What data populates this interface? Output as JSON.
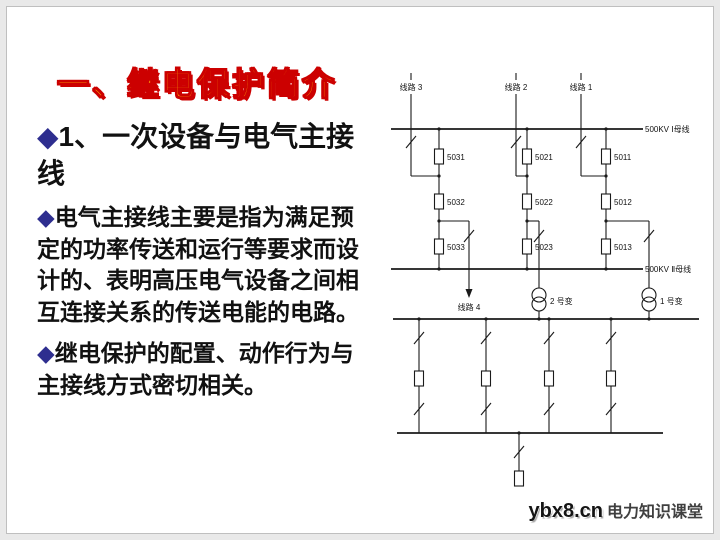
{
  "slide": {
    "title": "一、继电保护简介",
    "bullet_marker": "◆",
    "bullets": [
      {
        "text": "1、一次设备与电气主接线"
      },
      {
        "text": "电气主接线主要是指为满足预定的功率传送和运行等要求而设计的、表明高压电气设备之间相互连接关系的传送电能的电路。"
      },
      {
        "text": "继电保护的配置、动作行为与主接线方式密切相关。"
      }
    ]
  },
  "diagram": {
    "line3_label": "线路 3",
    "line2_label": "线路 2",
    "line1_label": "线路 1",
    "line4_label": "线路 4",
    "bus1_label": "500KV Ⅰ母线",
    "bus2_label": "500KV Ⅱ母线",
    "breakers": {
      "a1": "5031",
      "a2": "5032",
      "a3": "5033",
      "b1": "5021",
      "b2": "5022",
      "b3": "5023",
      "c1": "5011",
      "c2": "5012",
      "c3": "5013"
    },
    "transformer2_label": "2 号变",
    "transformer1_label": "1 号变"
  },
  "watermark": {
    "logo": "ybx8.cn",
    "text": "电力知识课堂"
  },
  "colors": {
    "title_fill": "#ffaa00",
    "title_outline": "#cc0000",
    "bullet_marker": "#2e2e8f",
    "diagram_stroke": "#1a1a1a",
    "background": "#ffffff"
  }
}
